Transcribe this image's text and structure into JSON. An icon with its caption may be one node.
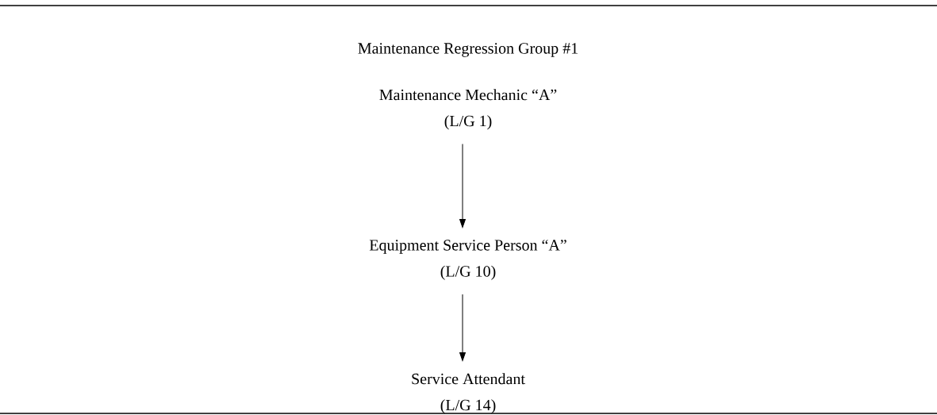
{
  "diagram": {
    "title": "Maintenance Regression Group #1",
    "nodes": [
      {
        "text": [
          "Maintenance Mechanic “A”",
          "(L/G 1)"
        ]
      },
      {
        "text": [
          "Equipment Service Person “A”",
          "(L/G 10)"
        ]
      },
      {
        "text": [
          "Service Attendant",
          "(L/G 14)"
        ]
      }
    ],
    "edges": [
      {
        "from": 0,
        "to": 1,
        "arrow": "to"
      },
      {
        "from": 1,
        "to": 2,
        "arrow": "to"
      }
    ]
  }
}
